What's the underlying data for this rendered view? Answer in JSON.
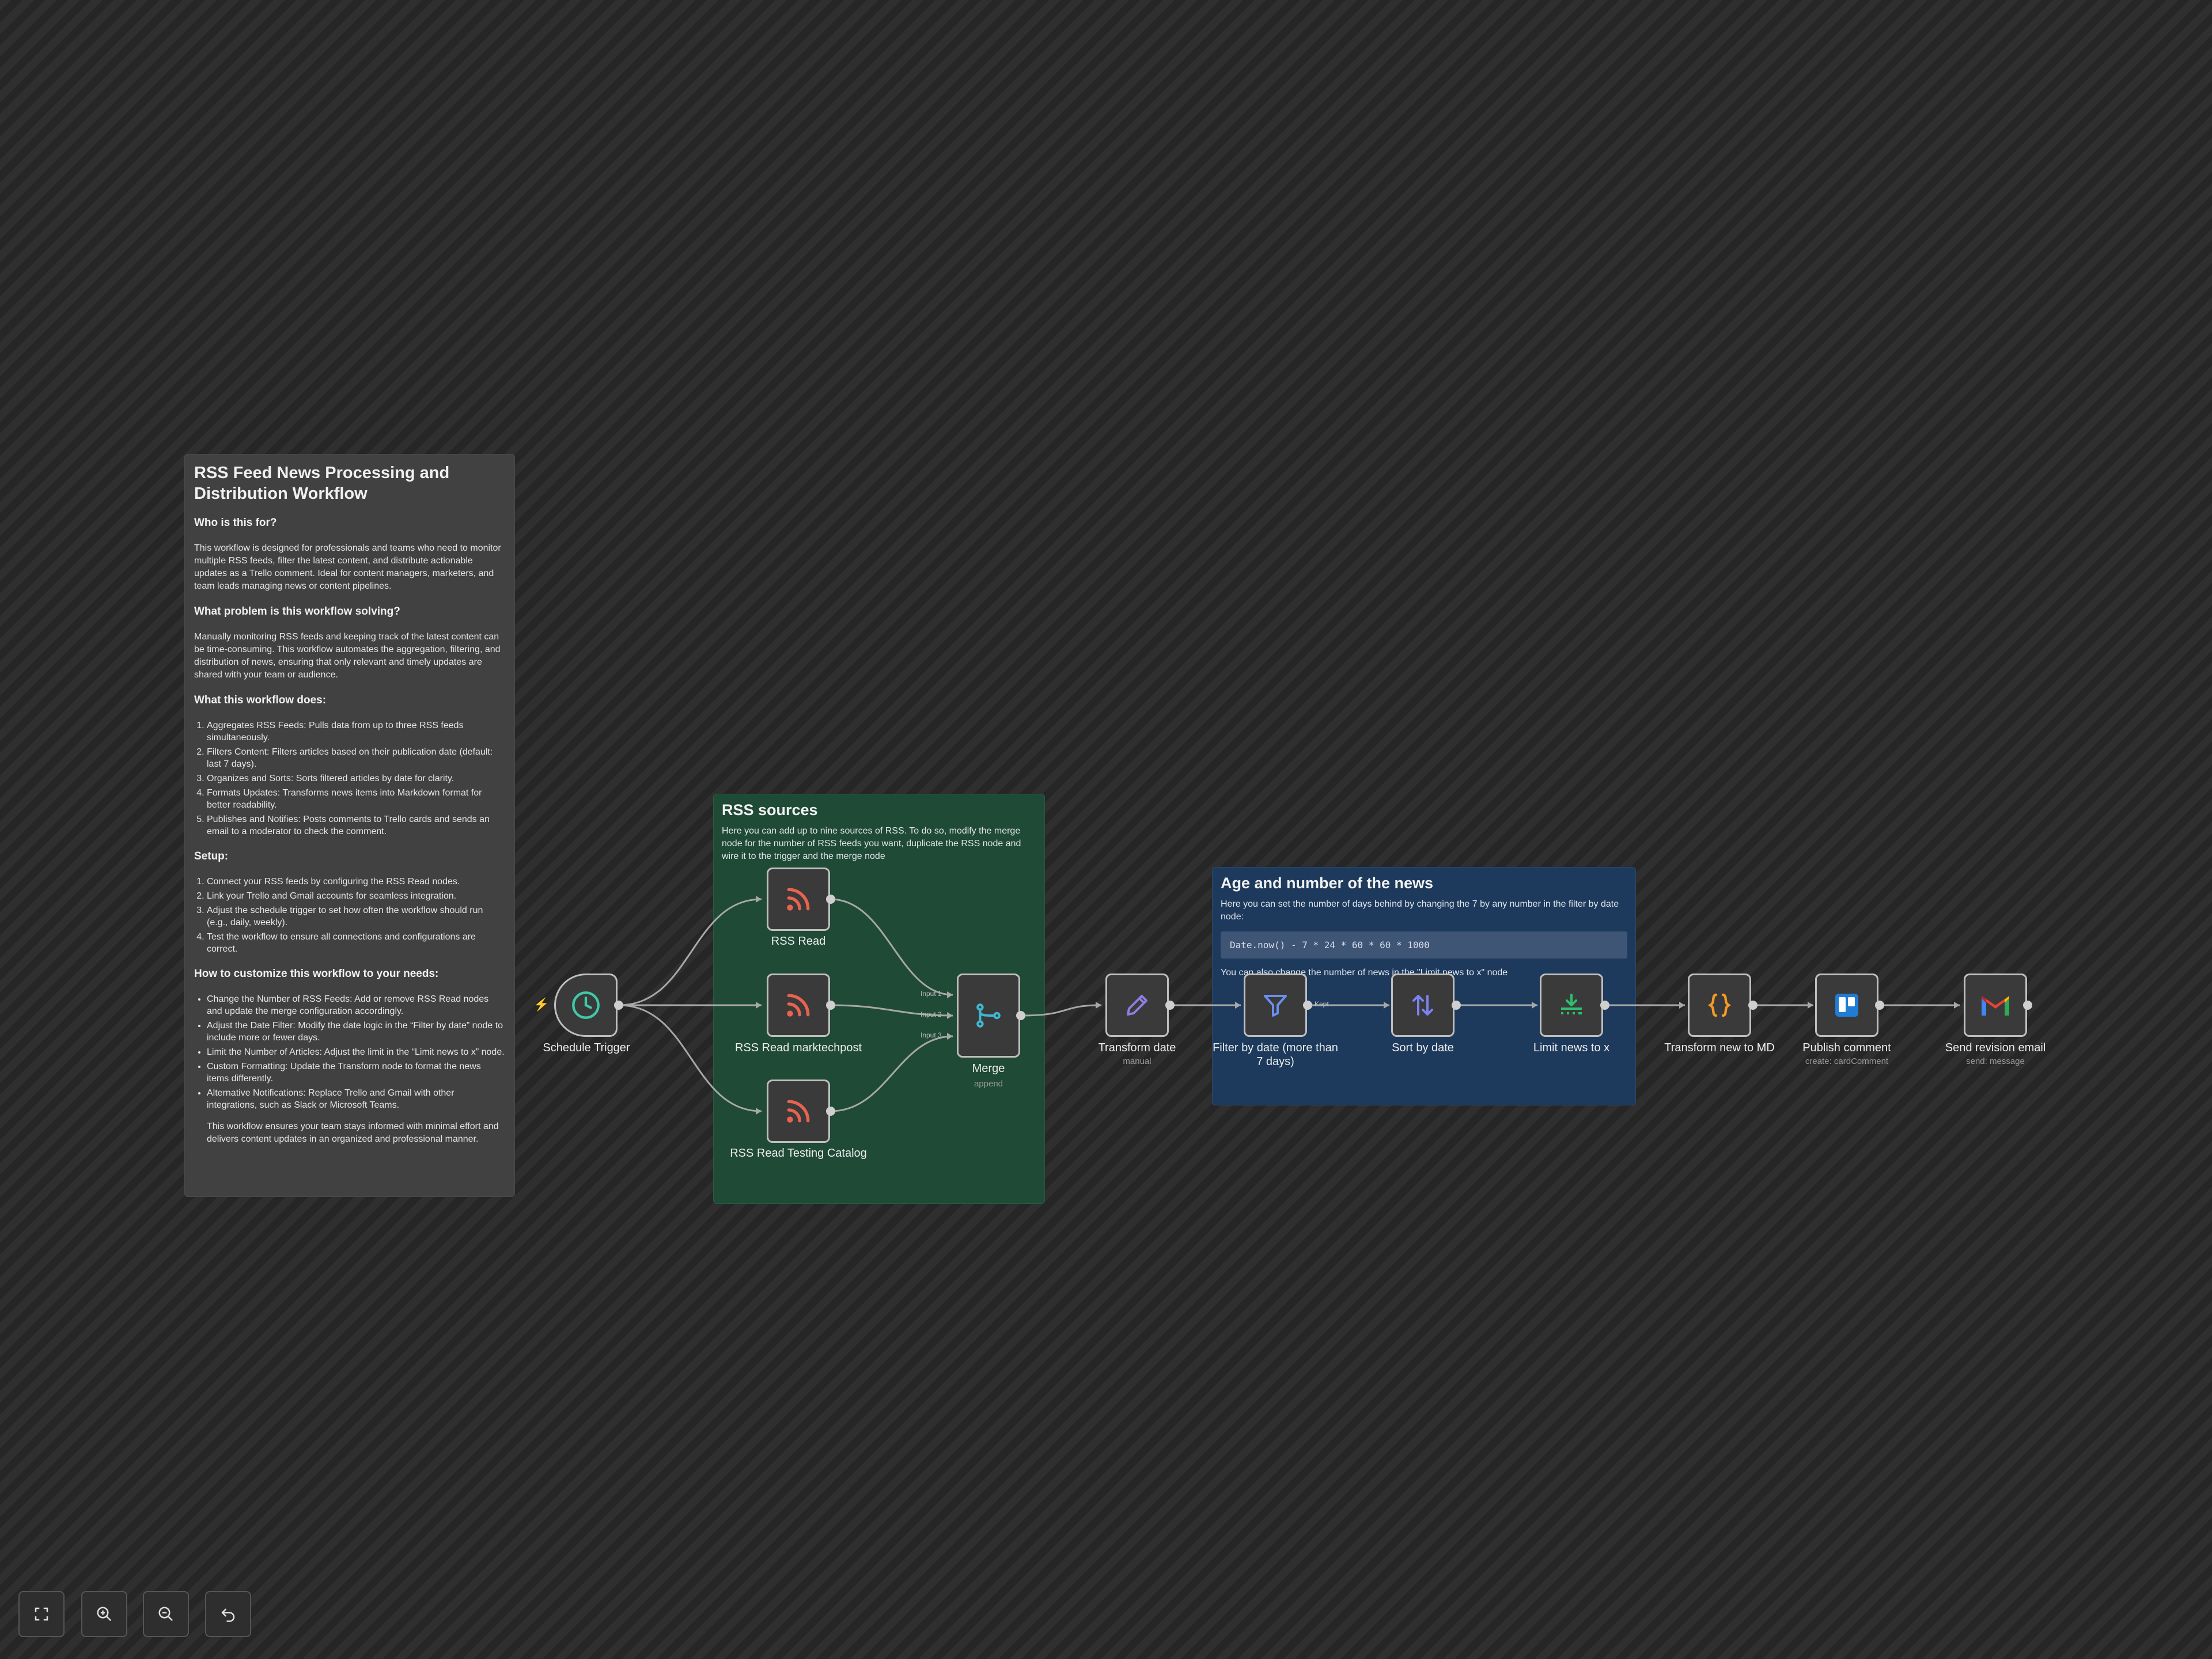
{
  "description_note": {
    "title": "RSS Feed News Processing and Distribution Workflow",
    "who_heading": "Who is this for?",
    "who_text": "This workflow is designed for professionals and teams who need to monitor multiple RSS feeds, filter the latest content, and distribute actionable updates as a Trello comment. Ideal for content managers, marketers, and team leads managing news or content pipelines.",
    "problem_heading": "What problem is this workflow solving?",
    "problem_text": "Manually monitoring RSS feeds and keeping track of the latest content can be time-consuming. This workflow automates the aggregation, filtering, and distribution of news, ensuring that only relevant and timely updates are shared with your team or audience.",
    "does_heading": "What this workflow does:",
    "does_items": [
      "Aggregates RSS Feeds: Pulls data from up to three RSS feeds simultaneously.",
      "Filters Content: Filters articles based on their publication date (default: last 7 days).",
      "Organizes and Sorts: Sorts filtered articles by date for clarity.",
      "Formats Updates: Transforms news items into Markdown format for better readability.",
      "Publishes and Notifies: Posts comments to Trello cards and sends an email to a moderator to check the comment."
    ],
    "setup_heading": "Setup:",
    "setup_items": [
      "Connect your RSS feeds by configuring the RSS Read nodes.",
      "Link your Trello and Gmail accounts for seamless integration.",
      "Adjust the schedule trigger to set how often the workflow should run (e.g., daily, weekly).",
      "Test the workflow to ensure all connections and configurations are correct."
    ],
    "customize_heading": "How to customize this workflow to your needs:",
    "customize_items": [
      "Change the Number of RSS Feeds: Add or remove RSS Read nodes and update the merge configuration accordingly.",
      "Adjust the Date Filter: Modify the date logic in the “Filter by date” node to include more or fewer days.",
      "Limit the Number of Articles: Adjust the limit in the “Limit news to x” node.",
      "Custom Formatting: Update the Transform node to format the news items differently.",
      "Alternative Notifications: Replace Trello and Gmail with other integrations, such as Slack or Microsoft Teams."
    ],
    "closing_text": "This workflow ensures your team stays informed with minimal effort and delivers content updates in an organized and professional manner."
  },
  "rss_group": {
    "title": "RSS sources",
    "text": "Here you can add up to nine sources of RSS. To do so, modify the merge node for the number of RSS feeds you want, duplicate the RSS node and wire it to the trigger and the merge node"
  },
  "age_group": {
    "title": "Age and number of the news",
    "text": "Here you can set the number of days behind by changing the 7 by any number in the filter by date node:",
    "code": "Date.now() - 7 * 24 * 60 * 60 * 1000",
    "text2": "You can also change the number of news in the \"Limit news to x\" node"
  },
  "nodes": {
    "schedule_trigger": {
      "label": "Schedule Trigger"
    },
    "rss_read": {
      "label": "RSS Read"
    },
    "rss_marktechpost": {
      "label": "RSS Read marktechpost"
    },
    "rss_testing": {
      "label": "RSS Read Testing Catalog"
    },
    "merge": {
      "label": "Merge",
      "sub": "append",
      "inputs": [
        "Input 1",
        "Input 2",
        "Input 3"
      ]
    },
    "transform_date": {
      "label": "Transform date",
      "sub": "manual"
    },
    "filter_date": {
      "label": "Filter by date (more than 7 days)",
      "output_label": "Kept"
    },
    "sort_date": {
      "label": "Sort by date"
    },
    "limit_news": {
      "label": "Limit news to x"
    },
    "transform_md": {
      "label": "Transform new to MD"
    },
    "publish_comment": {
      "label": "Publish comment",
      "sub": "create: cardComment"
    },
    "send_email": {
      "label": "Send revision email",
      "sub": "send: message"
    }
  },
  "icons": {
    "trigger": "clock-icon",
    "rss": "rss-icon",
    "merge": "merge-icon",
    "transform_date": "pencil-icon",
    "filter": "filter-icon",
    "sort": "sort-arrows-icon",
    "limit": "limit-download-icon",
    "code": "curly-braces-icon",
    "trello": "trello-icon",
    "gmail": "gmail-icon"
  },
  "colors": {
    "rss": "#e8634f",
    "trigger": "#3ec9a7",
    "merge": "#3fb6d0",
    "pencil": "#8d7ee0",
    "filter": "#6a8ff0",
    "sort": "#7a83f0",
    "limit": "#2fbf6d",
    "code": "#f49a24",
    "trello": "#1f7dd6",
    "rss_group_bg": "#1f4a36",
    "age_group_bg": "#1d3a5c"
  },
  "controls": [
    "fit-view",
    "zoom-in",
    "zoom-out",
    "undo"
  ]
}
